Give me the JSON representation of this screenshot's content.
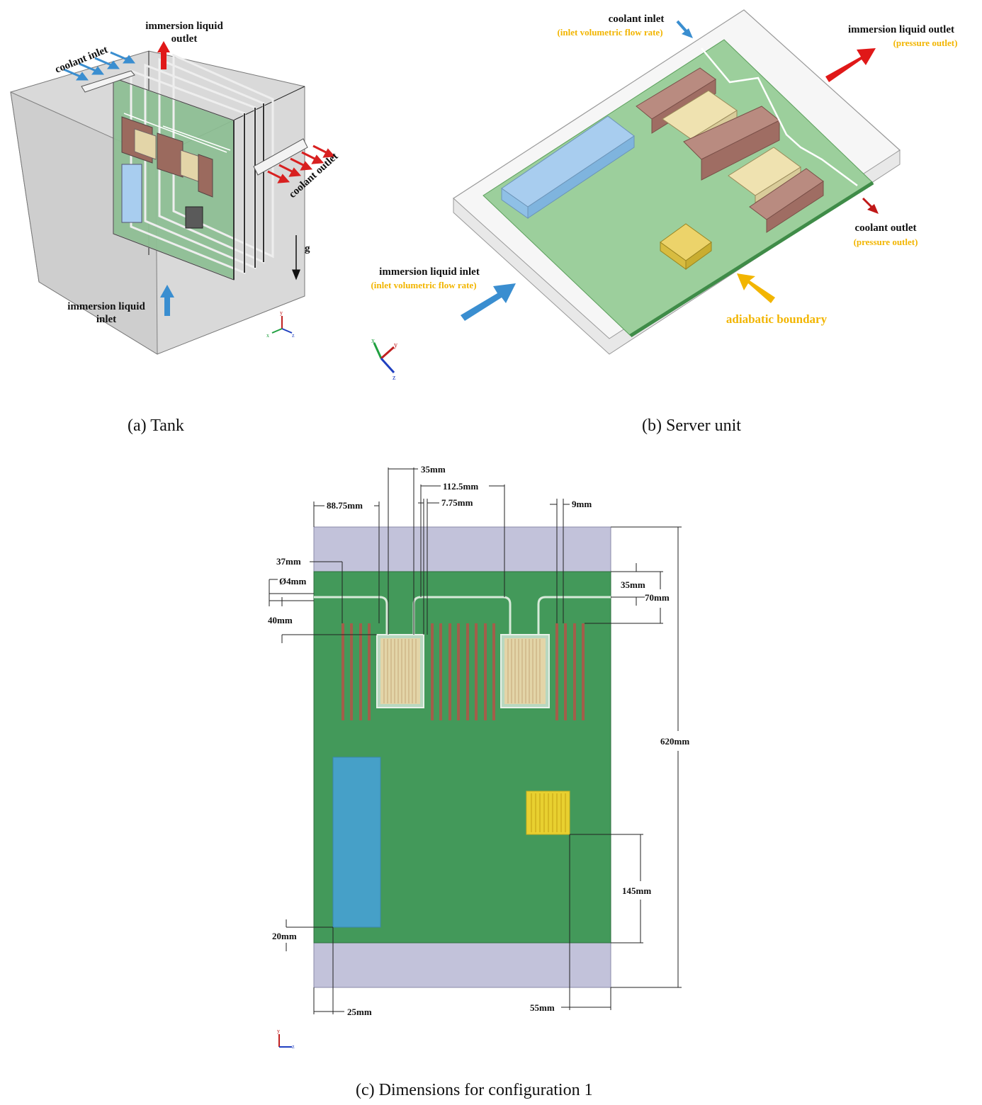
{
  "captions": {
    "a": "(a) Tank",
    "b": "(b) Server unit",
    "c": "(c) Dimensions for configuration 1"
  },
  "tank": {
    "immersion_outlet_l1": "immersion liquid",
    "immersion_outlet_l2": "outlet",
    "coolant_inlet": "coolant inlet",
    "coolant_outlet": "coolant outlet",
    "immersion_inlet_l1": "immersion liquid",
    "immersion_inlet_l2": "inlet",
    "gravity": "g"
  },
  "server": {
    "coolant_inlet": "coolant inlet",
    "coolant_inlet_bc": "(inlet volumetric flow rate)",
    "immersion_outlet": "immersion liquid outlet",
    "immersion_outlet_bc": "(pressure outlet)",
    "coolant_outlet": "coolant outlet",
    "coolant_outlet_bc": "(pressure outlet)",
    "immersion_inlet": "immersion liquid inlet",
    "immersion_inlet_bc": "(inlet volumetric flow rate)",
    "adiabatic": "adiabatic boundary"
  },
  "dimensions": {
    "d35_top": "35mm",
    "d112_5": "112.5mm",
    "d88_75": "88.75mm",
    "d7_75": "7.75mm",
    "d9": "9mm",
    "d37": "37mm",
    "d4": "Ø4mm",
    "d40": "40mm",
    "d35_right": "35mm",
    "d70": "70mm",
    "d620": "620mm",
    "d145": "145mm",
    "d20": "20mm",
    "d25": "25mm",
    "d55": "55mm"
  },
  "axes": {
    "x": "x",
    "y": "y",
    "z": "z"
  },
  "colors": {
    "board": "#43995a",
    "board_light": "#9ccf9c",
    "region": "#c2c2da",
    "hdd": "#46a0c8",
    "hdd_light": "#a8cdef",
    "fin": "#a25e4a",
    "coldplate": "#e3d5a8",
    "chip": "#e8d030",
    "arrow_red": "#e01818",
    "arrow_blue": "#3a8ed0",
    "arrow_yellow": "#f2b500"
  }
}
